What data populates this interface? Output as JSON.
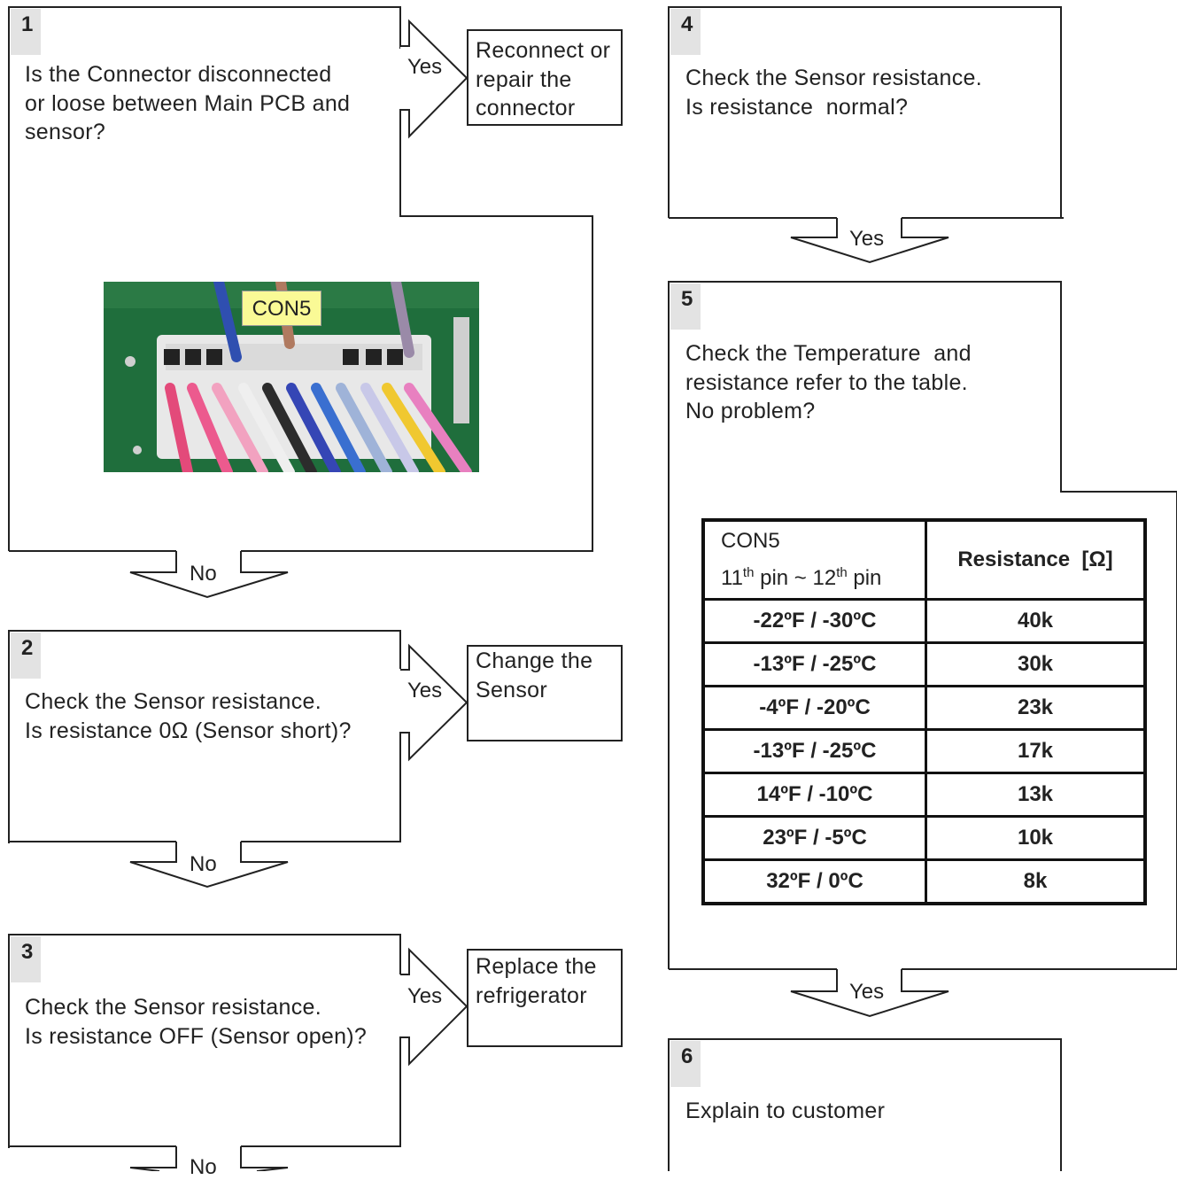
{
  "steps": [
    {
      "number": "1",
      "lines": [
        "Is the Connector disconnected",
        "or loose between Main PCB and",
        "sensor?"
      ]
    },
    {
      "number": "2",
      "lines": [
        "Check the Sensor resistance.",
        "Is resistance 0Ω (Sensor short)?"
      ]
    },
    {
      "number": "3",
      "lines": [
        "Check the Sensor resistance.",
        "Is resistance OFF (Sensor open)?"
      ]
    },
    {
      "number": "4",
      "lines": [
        "Check the Sensor resistance.",
        "Is resistance  normal?"
      ]
    },
    {
      "number": "5",
      "lines": [
        "Check the Temperature  and",
        "resistance refer to the table.",
        "No problem?"
      ]
    },
    {
      "number": "6",
      "lines": [
        "Explain to customer"
      ]
    }
  ],
  "actions": [
    {
      "lines": [
        "Reconnect or",
        "repair the",
        "connector"
      ]
    },
    {
      "lines": [
        "Change the",
        "Sensor"
      ]
    },
    {
      "lines": [
        "Replace the",
        "refrigerator"
      ]
    }
  ],
  "arrow_labels": {
    "yes": "Yes",
    "no": "No"
  },
  "photo": {
    "label": "CON5"
  },
  "table": {
    "header_line1": "CON5",
    "header_pin_a_num": "11",
    "header_pin_a_sup": "th",
    "header_pin_mid": "pin ~ 12",
    "header_pin_b_sup": "th",
    "header_pin_end": "pin",
    "header_col2": "Resistance  [Ω]",
    "rows": [
      {
        "temp": "-22ºF / -30ºC",
        "resistance": "40k"
      },
      {
        "temp": "-13ºF / -25ºC",
        "resistance": "30k"
      },
      {
        "temp": "-4ºF / -20ºC",
        "resistance": "23k"
      },
      {
        "temp": "-13ºF / -25ºC",
        "resistance": "17k"
      },
      {
        "temp": "14ºF / -10ºC",
        "resistance": "13k"
      },
      {
        "temp": "23ºF / -5ºC",
        "resistance": "10k"
      },
      {
        "temp": "32ºF / 0ºC",
        "resistance": "8k"
      }
    ]
  }
}
